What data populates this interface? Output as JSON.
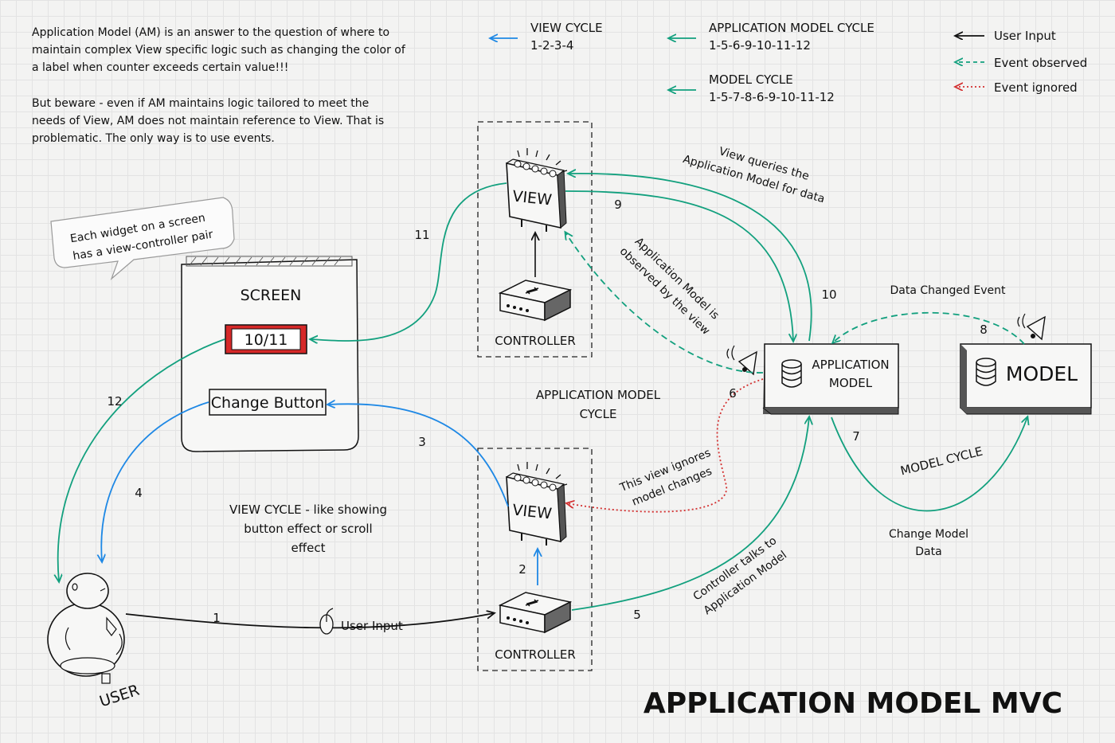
{
  "intro": {
    "para1": [
      "Application Model (AM) is an answer to the question of where to",
      "maintain complex View specific logic such as changing the color of",
      "a label when counter exceeds certain value!!!"
    ],
    "para2": [
      "But beware - even if AM maintains logic tailored to meet the",
      "needs of View, AM does not maintain reference to View. That is",
      "problematic. The only way is to use events."
    ]
  },
  "cycles": {
    "view": {
      "label": "VIEW CYCLE",
      "seq": "1-2-3-4",
      "color": "#1e88e5"
    },
    "application_model": {
      "label": "APPLICATION MODEL CYCLE",
      "seq": "1-5-6-9-10-11-12",
      "color": "#12a07e"
    },
    "model": {
      "label": "MODEL CYCLE",
      "seq": "1-5-7-8-6-9-10-11-12",
      "color": "#12a07e"
    }
  },
  "legend": {
    "items": [
      {
        "label": "User Input",
        "color": "#111111",
        "style": "solid"
      },
      {
        "label": "Event observed",
        "color": "#12a07e",
        "style": "dashed"
      },
      {
        "label": "Event ignored",
        "color": "#d32f2f",
        "style": "dotted"
      }
    ]
  },
  "callout": {
    "lines": [
      "Each widget on a screen",
      "has a view-controller pair"
    ]
  },
  "screen": {
    "title": "SCREEN",
    "counter": "10/11",
    "button": "Change Button"
  },
  "nodes": {
    "view_top": "VIEW",
    "controller_top": "CONTROLLER",
    "view_bottom": "VIEW",
    "controller_bottom": "CONTROLLER",
    "app_model": [
      "APPLICATION",
      "MODEL"
    ],
    "model": "MODEL",
    "user": "USER"
  },
  "annotations": {
    "view_queries": [
      "View queries the",
      "Application Model for data"
    ],
    "am_observed": [
      "Application Model is",
      "observed by the view"
    ],
    "data_changed": "Data Changed Event",
    "am_cycle": [
      "APPLICATION MODEL",
      "CYCLE"
    ],
    "model_cycle": "MODEL CYCLE",
    "change_model": [
      "Change Model",
      "Data"
    ],
    "view_ignores": [
      "This view ignores",
      "model changes"
    ],
    "controller_talks": [
      "Controller talks to",
      "Application Model"
    ],
    "view_cycle_desc": [
      "VIEW CYCLE - like showing",
      "button effect or scroll",
      "effect"
    ],
    "user_input": "User Input"
  },
  "steps": {
    "s1": "1",
    "s2": "2",
    "s3": "3",
    "s4": "4",
    "s5": "5",
    "s6": "6",
    "s7": "7",
    "s8": "8",
    "s9": "9",
    "s10": "10",
    "s11": "11",
    "s12": "12"
  },
  "title": "APPLICATION MODEL MVC"
}
